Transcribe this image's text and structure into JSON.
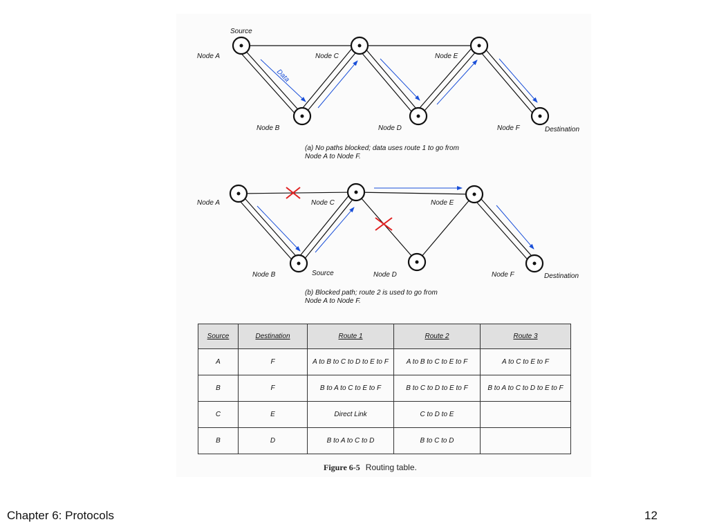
{
  "diagram_a": {
    "nodes": {
      "a": "Node A",
      "b": "Node B",
      "c": "Node C",
      "d": "Node D",
      "e": "Node E",
      "f": "Node F"
    },
    "source_label": "Source",
    "destination_label": "Destination",
    "data_label": "Data",
    "caption_line1": "(a) No paths blocked; data uses route 1 to go from",
    "caption_line2": "Node A to Node F."
  },
  "diagram_b": {
    "nodes": {
      "a": "Node A",
      "b": "Node B",
      "c": "Node C",
      "d": "Node D",
      "e": "Node E",
      "f": "Node F"
    },
    "source_label": "Source",
    "destination_label": "Destination",
    "caption_line1": "(b) Blocked path; route 2 is used to go from",
    "caption_line2": "Node A to Node F."
  },
  "table": {
    "headers": [
      "Source",
      "Destination",
      "Route 1",
      "Route 2",
      "Route 3"
    ],
    "rows": [
      [
        "A",
        "F",
        "A to B to C to D to E to F",
        "A to B to C to E to F",
        "A to C to E to F"
      ],
      [
        "B",
        "F",
        "B to A to C to E to F",
        "B to C to D to E to F",
        "B to A to C to D to E to F"
      ],
      [
        "C",
        "E",
        "Direct Link",
        "C to D to E",
        ""
      ],
      [
        "B",
        "D",
        "B to A to C to D",
        "B to C to D",
        ""
      ]
    ]
  },
  "figure_caption": {
    "number": "Figure 6-5",
    "text": "Routing table."
  },
  "footer": {
    "chapter": "Chapter 6:  Protocols",
    "page": "12"
  },
  "colors": {
    "arrow": "#1a4fd8",
    "block_mark": "#e02020",
    "line": "#111111"
  }
}
